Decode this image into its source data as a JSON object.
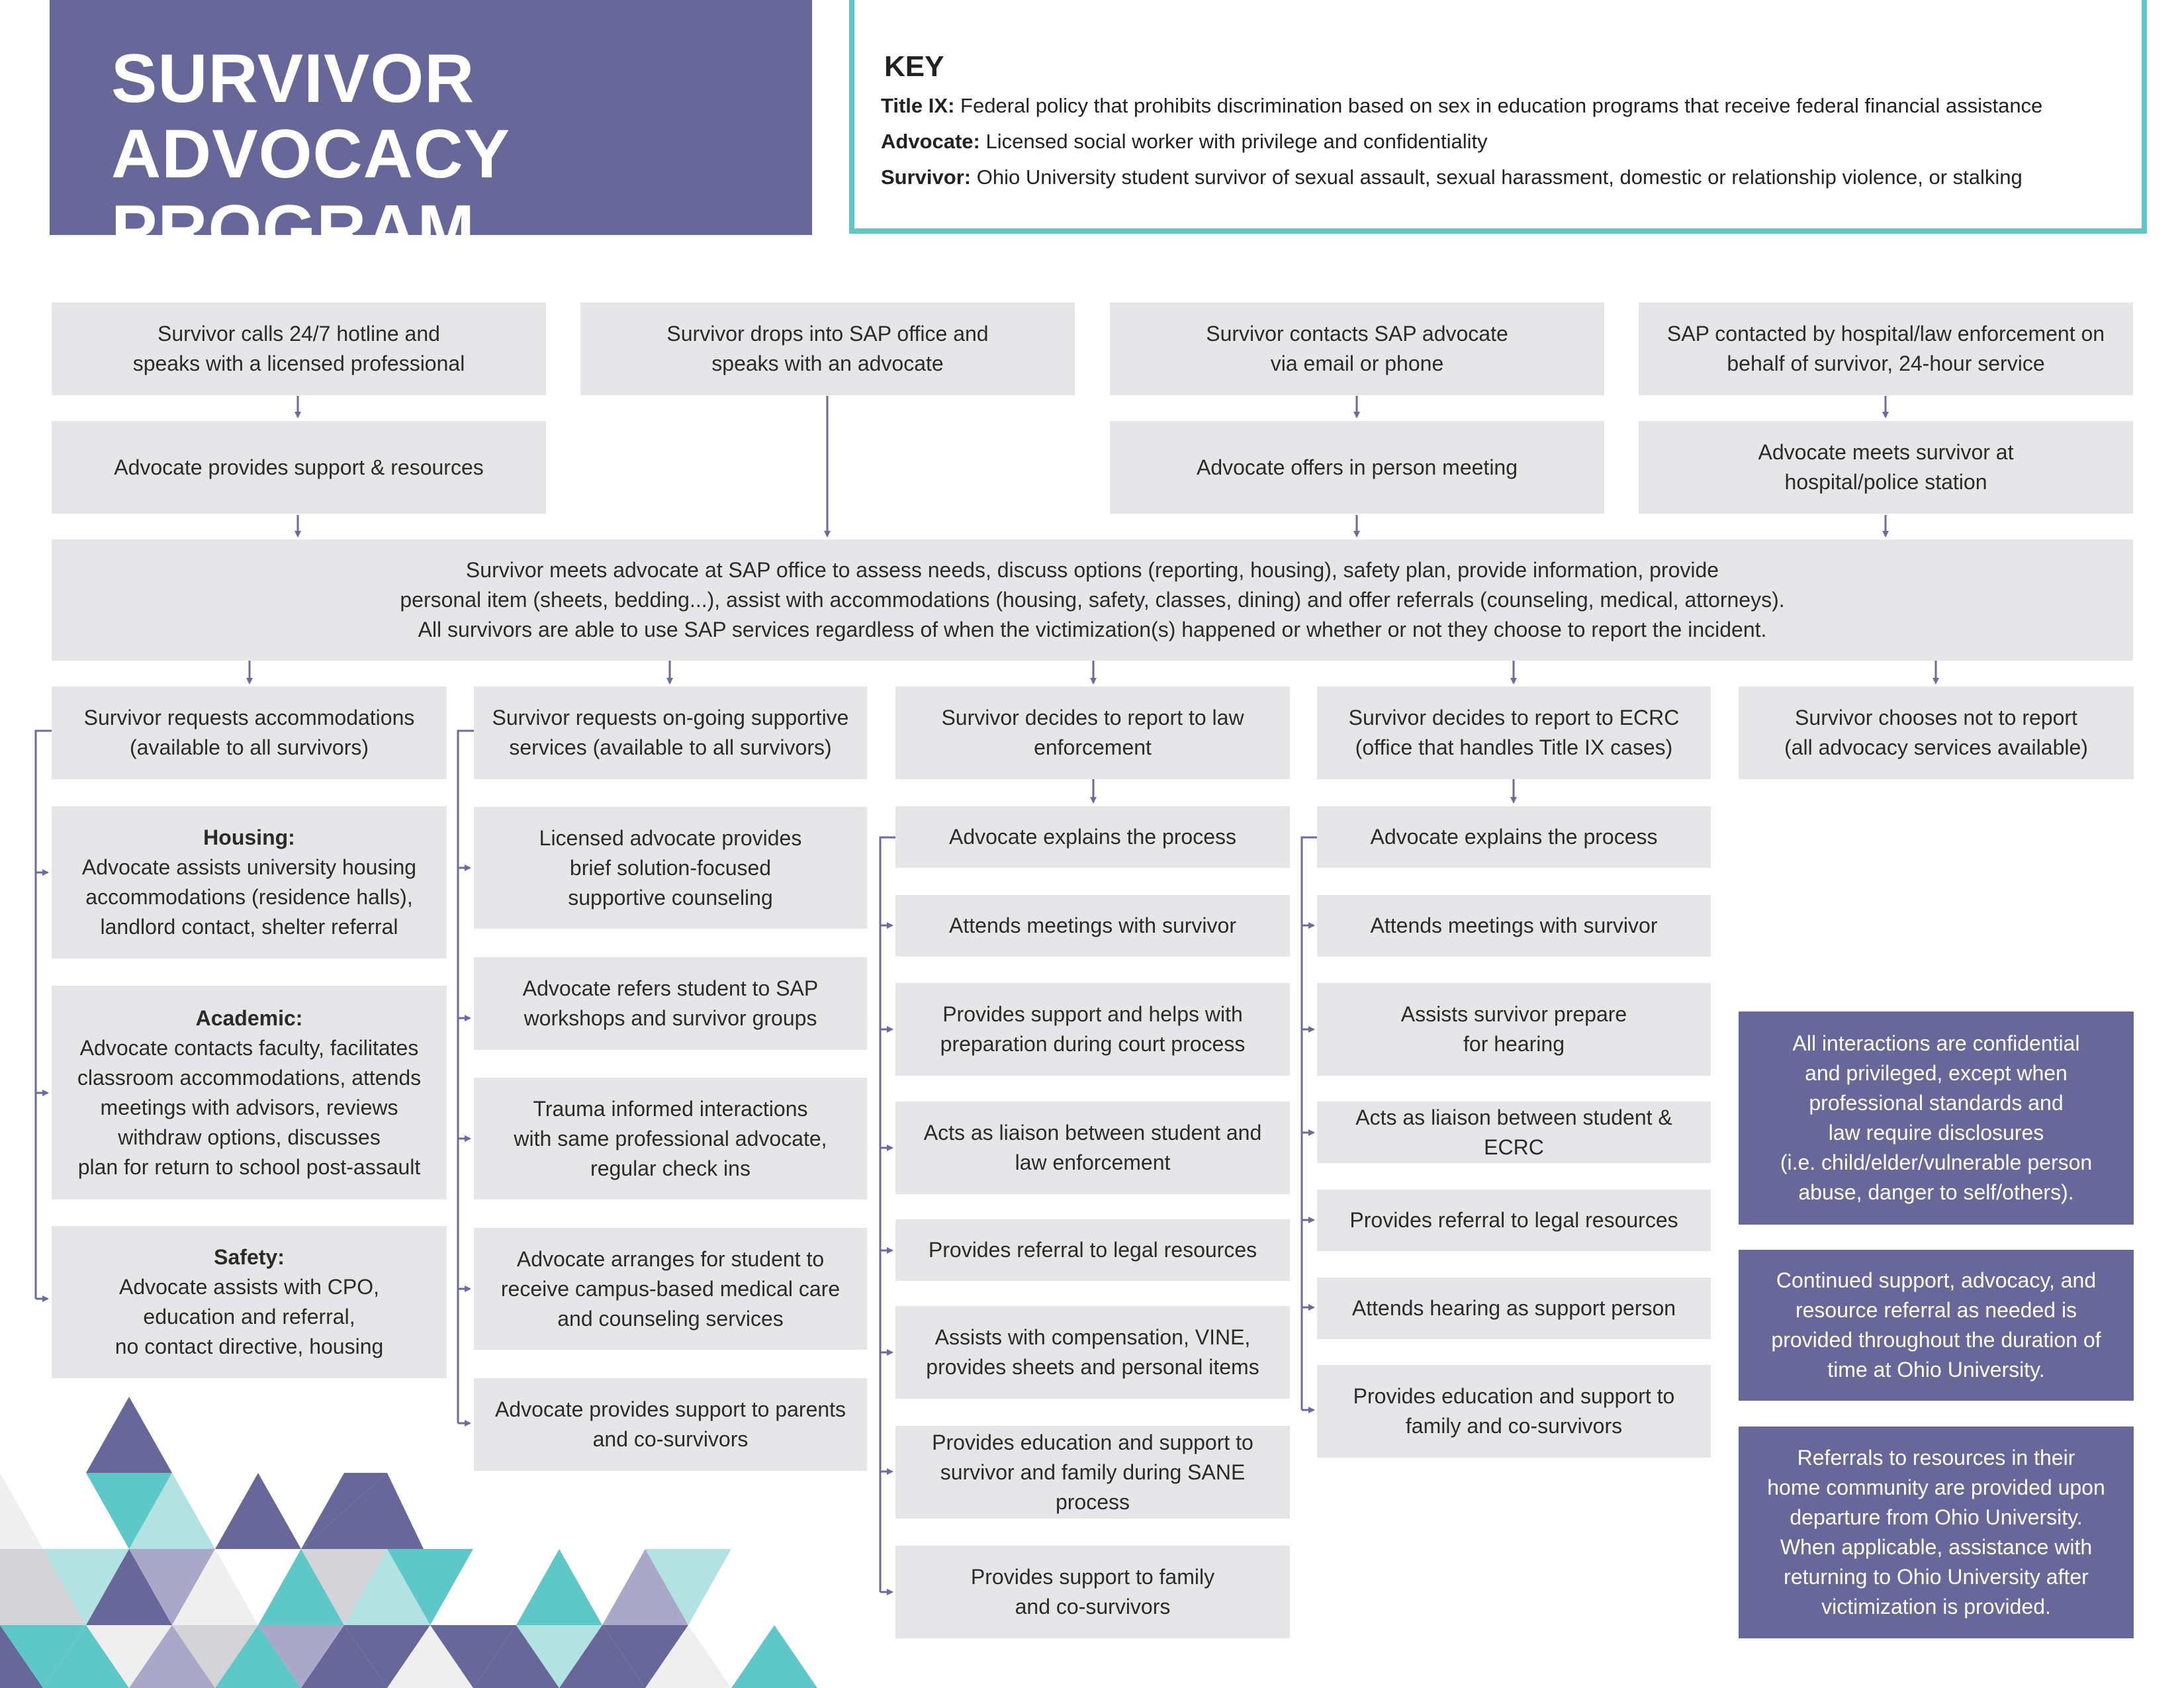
{
  "header": {
    "title": "SURVIVOR ADVOCACY\nPROGRAM"
  },
  "key": {
    "heading": "KEY",
    "items": [
      {
        "term": "Title IX:",
        "definition": "Federal policy that prohibits discrimination based on sex in education programs that receive federal financial assistance"
      },
      {
        "term": "Advocate:",
        "definition": "Licensed social worker with privilege and confidentiality"
      },
      {
        "term": "Survivor:",
        "definition": "Ohio University student survivor of sexual assault, sexual harassment, domestic or relationship violence, or stalking"
      }
    ]
  },
  "entry": {
    "hotline": "Survivor calls 24/7 hotline and\nspeaks with a licensed professional",
    "dropin": "Survivor drops into SAP office and\nspeaks with an advocate",
    "contact": "Survivor contacts SAP advocate\nvia email or phone",
    "hospital": "SAP contacted by hospital/law enforcement on\nbehalf of survivor, 24-hour service",
    "support": "Advocate provides support & resources",
    "inperson": "Advocate offers in person meeting",
    "meets": "Advocate meets survivor at\nhospital/police station"
  },
  "main_meeting": "Survivor meets advocate at SAP office to assess needs, discuss options (reporting, housing), safety plan, provide information, provide\npersonal item (sheets, bedding...), assist with accommodations (housing, safety, classes, dining) and offer referrals (counseling, medical, attorneys).\nAll survivors are able to use SAP services regardless of when the victimization(s) happened or whether or not they choose to report the incident.",
  "columns": {
    "accommodations": {
      "header": "Survivor requests accommodations\n(available to all survivors)",
      "housing_head": "Housing:",
      "housing": "Advocate assists university housing\naccommodations (residence halls),\nlandlord contact, shelter referral",
      "academic_head": "Academic:",
      "academic": "Advocate contacts faculty, facilitates\nclassroom accommodations, attends\nmeetings with advisors, reviews\nwithdraw options, discusses\nplan for return to school post-assault",
      "safety_head": "Safety:",
      "safety": "Advocate assists with CPO,\neducation and referral,\nno contact directive, housing"
    },
    "supportive": {
      "header": "Survivor requests on-going supportive\nservices (available to all survivors)",
      "items": [
        "Licensed advocate provides\nbrief solution-focused\nsupportive counseling",
        "Advocate refers student to SAP\nworkshops and survivor groups",
        "Trauma informed interactions\nwith same professional advocate,\nregular check ins",
        "Advocate arranges for student to\nreceive campus-based medical care\nand counseling services",
        "Advocate provides support to parents\nand co-survivors"
      ]
    },
    "law": {
      "header": "Survivor decides to report to law\nenforcement",
      "items": [
        "Advocate explains the process",
        "Attends meetings with survivor",
        "Provides support and helps with\npreparation during court process",
        "Acts as liaison between student and\nlaw enforcement",
        "Provides referral to legal resources",
        "Assists with compensation, VINE,\nprovides sheets and personal items",
        "Provides education and support to\nsurvivor and family during SANE process",
        "Provides support to family\nand co-survivors"
      ]
    },
    "ecrc": {
      "header": "Survivor decides to report to ECRC\n(office that handles Title IX cases)",
      "items": [
        "Advocate explains the process",
        "Attends meetings with survivor",
        "Assists survivor prepare\nfor hearing",
        "Acts as liaison between student & ECRC",
        "Provides referral to legal resources",
        "Attends hearing as support person",
        "Provides education and support to\nfamily and co-survivors"
      ]
    },
    "no_report": {
      "header": "Survivor chooses not to report\n(all advocacy services available)"
    }
  },
  "notes": [
    "All interactions are confidential\nand privileged, except when\nprofessional standards and\nlaw require disclosures\n(i.e. child/elder/vulnerable person\nabuse, danger to self/others).",
    "Continued support, advocacy, and\nresource referral as needed is\nprovided throughout the duration of\ntime at Ohio University.",
    "Referrals to resources in their\nhome community are provided upon\ndeparture from Ohio University.\nWhen applicable, assistance with\nreturning to Ohio University after\nvictimization is provided."
  ],
  "colors": {
    "purple": "#67679a",
    "teal": "#5ec8c8",
    "box_gray": "#e6e6e9",
    "connector": "#6b6b9e"
  }
}
